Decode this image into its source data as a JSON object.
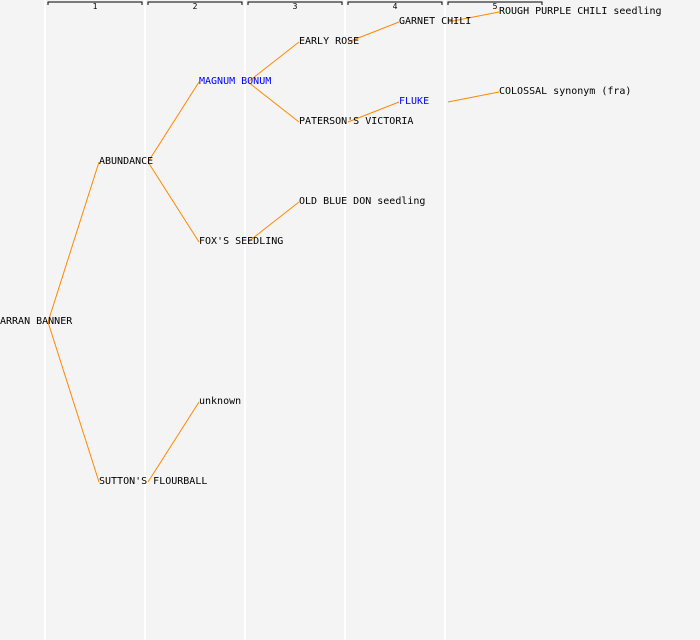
{
  "generations": [
    "1",
    "2",
    "3",
    "4",
    "5"
  ],
  "colors": {
    "edge": "#ff8800",
    "highlight": "#0000ff",
    "text": "#000000",
    "background": "#f4f4f4"
  },
  "nodes": [
    {
      "id": "arran",
      "label": "ARRAN BANNER",
      "gen": 0,
      "row": 322,
      "highlight": false
    },
    {
      "id": "abundance",
      "label": "ABUNDANCE",
      "gen": 1,
      "row": 162,
      "highlight": false,
      "parent": "arran"
    },
    {
      "id": "sutton",
      "label": "SUTTON'S FLOURBALL",
      "gen": 1,
      "row": 482,
      "highlight": false,
      "parent": "arran"
    },
    {
      "id": "magnum",
      "label": "MAGNUM BONUM",
      "gen": 2,
      "row": 82,
      "highlight": true,
      "parent": "abundance"
    },
    {
      "id": "fox",
      "label": "FOX'S SEEDLING",
      "gen": 2,
      "row": 242,
      "highlight": false,
      "parent": "abundance"
    },
    {
      "id": "unknown",
      "label": "unknown",
      "gen": 2,
      "row": 402,
      "highlight": false,
      "parent": "sutton"
    },
    {
      "id": "early",
      "label": "EARLY ROSE",
      "gen": 3,
      "row": 42,
      "highlight": false,
      "parent": "magnum"
    },
    {
      "id": "paterson",
      "label": "PATERSON'S VICTORIA",
      "gen": 3,
      "row": 122,
      "highlight": false,
      "parent": "magnum"
    },
    {
      "id": "oldblue",
      "label": "OLD BLUE DON seedling",
      "gen": 3,
      "row": 202,
      "highlight": false,
      "parent": "fox"
    },
    {
      "id": "garnet",
      "label": "GARNET CHILI",
      "gen": 4,
      "row": 22,
      "highlight": false,
      "parent": "early"
    },
    {
      "id": "fluke",
      "label": "FLUKE",
      "gen": 4,
      "row": 102,
      "highlight": true,
      "parent": "paterson"
    },
    {
      "id": "rough",
      "label": "ROUGH PURPLE CHILI seedling",
      "gen": 5,
      "row": 12,
      "highlight": false,
      "parent": "garnet"
    },
    {
      "id": "colossal",
      "label": "COLOSSAL synonym (fra)",
      "gen": 5,
      "row": 92,
      "highlight": false,
      "parent": "fluke"
    }
  ]
}
